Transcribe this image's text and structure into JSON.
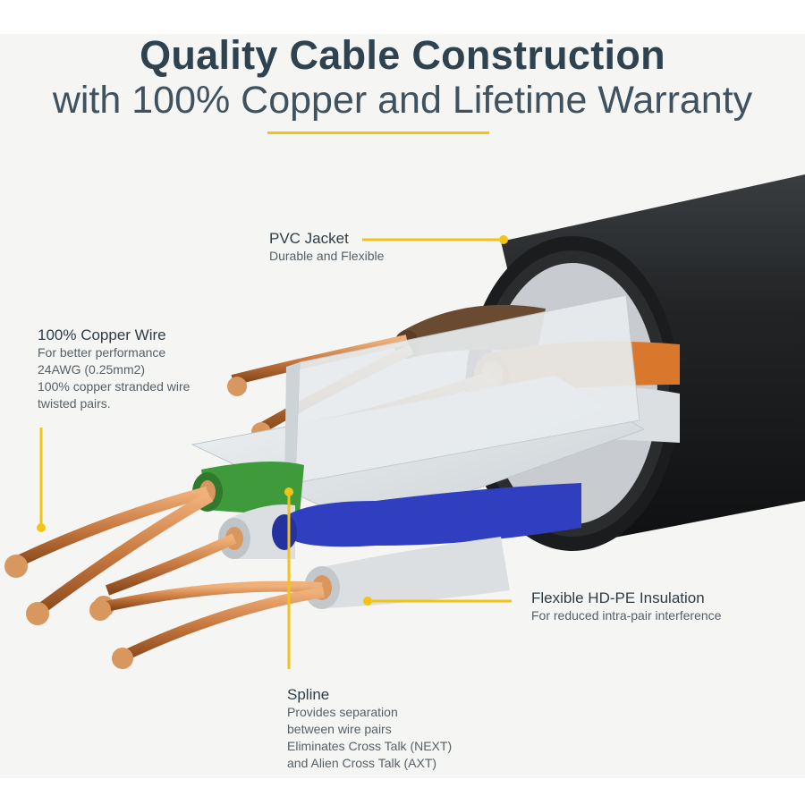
{
  "header": {
    "title": "Quality Cable Construction",
    "subtitle": "with 100% Copper and Lifetime Warranty"
  },
  "callouts": {
    "pvc_jacket": {
      "label": "PVC Jacket",
      "lines": [
        "Durable and Flexible"
      ]
    },
    "copper_wire": {
      "label": "100% Copper Wire",
      "lines": [
        "For better performance",
        "24AWG (0.25mm2)",
        "100% copper stranded wire",
        "twisted pairs."
      ]
    },
    "insulation": {
      "label": "Flexible HD-PE Insulation",
      "lines": [
        "For reduced intra-pair interference"
      ]
    },
    "spline": {
      "label": "Spline",
      "lines": [
        "Provides separation",
        "between wire pairs",
        "Eliminates Cross Talk (NEXT)",
        "and Alien Cross Talk (AXT)"
      ]
    }
  },
  "colors": {
    "accent": "#f3c316",
    "jacket": "#1f2123",
    "copper": "#c8793f",
    "pair_brown": "#6b4a32",
    "pair_orange": "#d9782d",
    "pair_green": "#3f9a3c",
    "pair_blue": "#2f3fc0",
    "insulation_white": "#dcdfe2",
    "spline": "#dde3e6"
  }
}
